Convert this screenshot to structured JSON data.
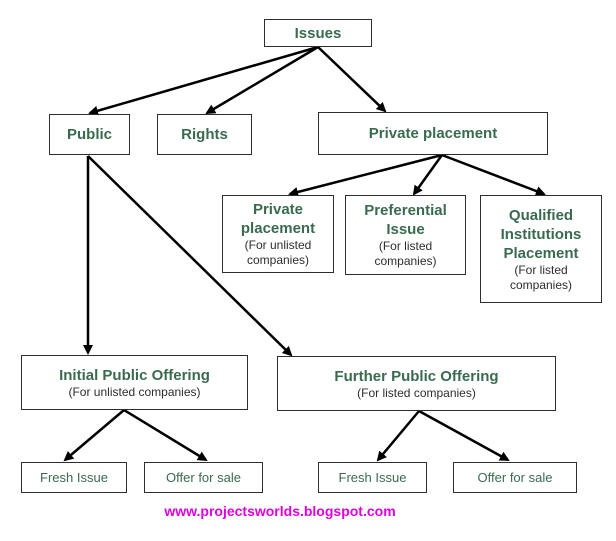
{
  "diagram": {
    "root": "Issues",
    "public": "Public",
    "rights": "Rights",
    "private_placement": "Private placement",
    "private_sub": {
      "title": "Private placement",
      "note": "(For unlisted companies)"
    },
    "preferential": {
      "title": "Preferential Issue",
      "note": "(For listed companies)"
    },
    "qip": {
      "title": "Qualified Institutions Placement",
      "note": "(For listed companies)"
    },
    "ipo": {
      "title": "Initial Public Offering",
      "note": "(For unlisted companies)"
    },
    "fpo": {
      "title": "Further Public Offering",
      "note": "(For listed companies)"
    },
    "ipo_children": [
      "Fresh Issue",
      "Offer for sale"
    ],
    "fpo_children": [
      "Fresh Issue",
      "Offer for sale"
    ]
  },
  "footer": "www.projectsworlds.blogspot.com",
  "colors": {
    "label_green": "#3a6b50",
    "footer_magenta": "#e000e0",
    "line": "#000000"
  }
}
